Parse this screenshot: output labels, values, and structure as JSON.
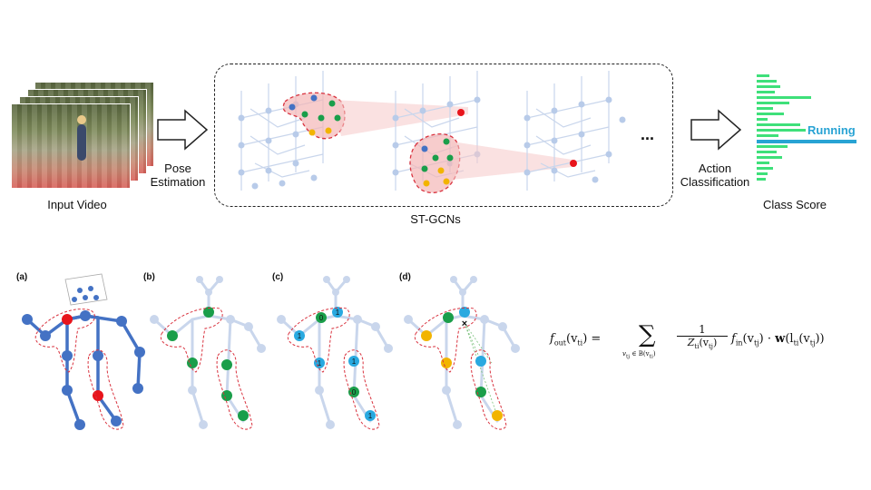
{
  "pipeline": {
    "input_label": "Input Video",
    "pose_label_line1": "Pose",
    "pose_label_line2": "Estimation",
    "stgcn_label": "ST-GCNs",
    "ellipsis": "...",
    "action_label_line1": "Action",
    "action_label_line2": "Classification",
    "class_score_label": "Class Score",
    "top_class": "Running"
  },
  "panels": {
    "a": "(a)",
    "b": "(b)",
    "c": "(c)",
    "d": "(d)"
  },
  "panel_c_node_labels": [
    "0",
    "1",
    "1",
    "1",
    "1",
    "0",
    "1"
  ],
  "panel_d_marker": "×",
  "formula": {
    "lhs": "f",
    "lhs_sub": "out",
    "lhs_arg": "(v",
    "lhs_arg_sub": "ti",
    "lhs_close": ") =",
    "sum_sub": "v",
    "sum_sub_sub": "tj",
    "sum_sub_rest": "∈ B(v",
    "sum_sub_rest_sub": "ti",
    "sum_sub_close": ")",
    "frac_num": "1",
    "frac_den": "Z",
    "frac_den_sub": "ti",
    "frac_den_arg": "(v",
    "frac_den_arg_sub": "tj",
    "frac_den_close": ")",
    "rhs_f": "f",
    "rhs_f_sub": "in",
    "rhs_f_arg": "(v",
    "rhs_f_arg_sub": "tj",
    "rhs_f_close": ") ·",
    "rhs_w": "w",
    "rhs_w_arg": "(l",
    "rhs_w_arg_sub": "ti",
    "rhs_w_arg2": "(v",
    "rhs_w_arg2_sub": "tj",
    "rhs_w_close": "))"
  },
  "colors": {
    "blue": "#4472c4",
    "light_blue": "#c9d6ec",
    "green_node": "#1a9e4a",
    "cyan_node": "#29a9e0",
    "yellow_node": "#f2b400",
    "red_node": "#e8141b",
    "highlight_red": "#d9333f",
    "score_green": "#3ee07a",
    "score_blue": "#28a3d4"
  }
}
